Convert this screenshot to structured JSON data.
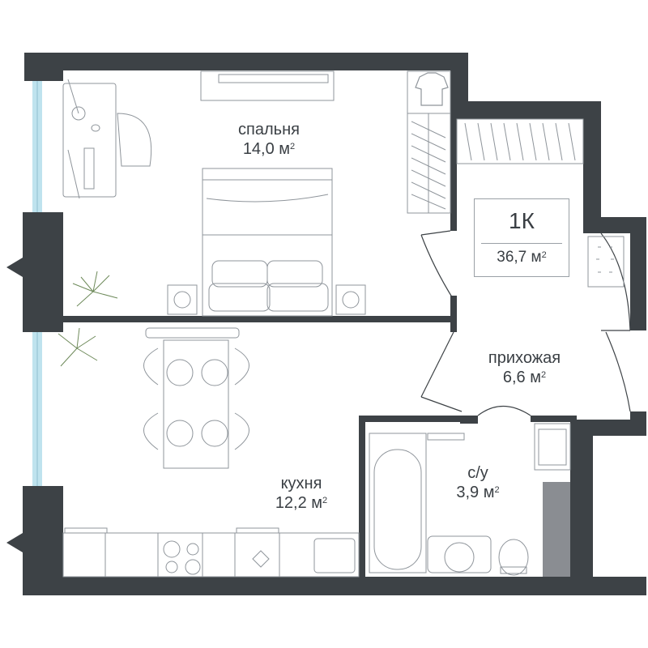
{
  "plan": {
    "apartment_type": "1К",
    "total_area": "36,7 м",
    "area_unit_sup": "2",
    "rooms": [
      {
        "name": "спальня",
        "area": "14,0 м"
      },
      {
        "name": "прихожая",
        "area": "6,6 м"
      },
      {
        "name": "кухня",
        "area": "12,2 м"
      },
      {
        "name": "с/у",
        "area": "3,9 м"
      }
    ]
  },
  "colors": {
    "wall": "#3d4246",
    "line": "#8f959b",
    "text": "#3a3f44",
    "window": "#bfe3ee",
    "accent_gray": "#8a8d92"
  }
}
